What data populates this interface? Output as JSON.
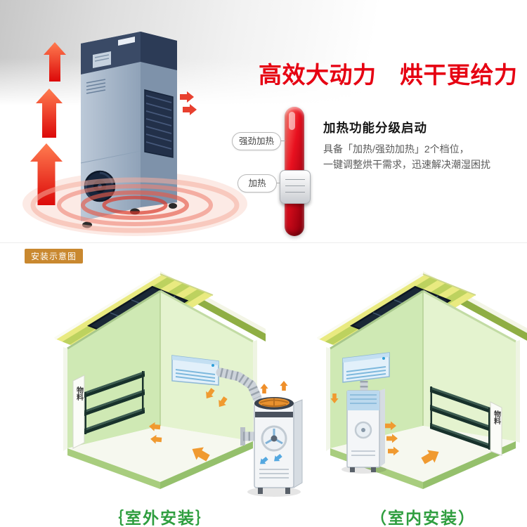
{
  "colors": {
    "headline_red": "#e60012",
    "caption_green": "#2f9e3f",
    "tag_orange": "#c9882f",
    "slider_red": "#e8101f",
    "arrow_orange": "#f09a30"
  },
  "hero": {
    "headline": "高效大动力　烘干更给力",
    "slider": {
      "label_strong": "强劲加热",
      "label_normal": "加热"
    },
    "feature": {
      "title": "加热功能分级启动",
      "line1": "具备「加热/强劲加热」2个档位，",
      "line2": "一键调整烘干需求，迅速解决潮湿困扰"
    }
  },
  "install": {
    "tag": "安装示意图",
    "shelf_label": "物料",
    "caption_left": "｛室外安装｝",
    "caption_right": "（室内安装）"
  }
}
